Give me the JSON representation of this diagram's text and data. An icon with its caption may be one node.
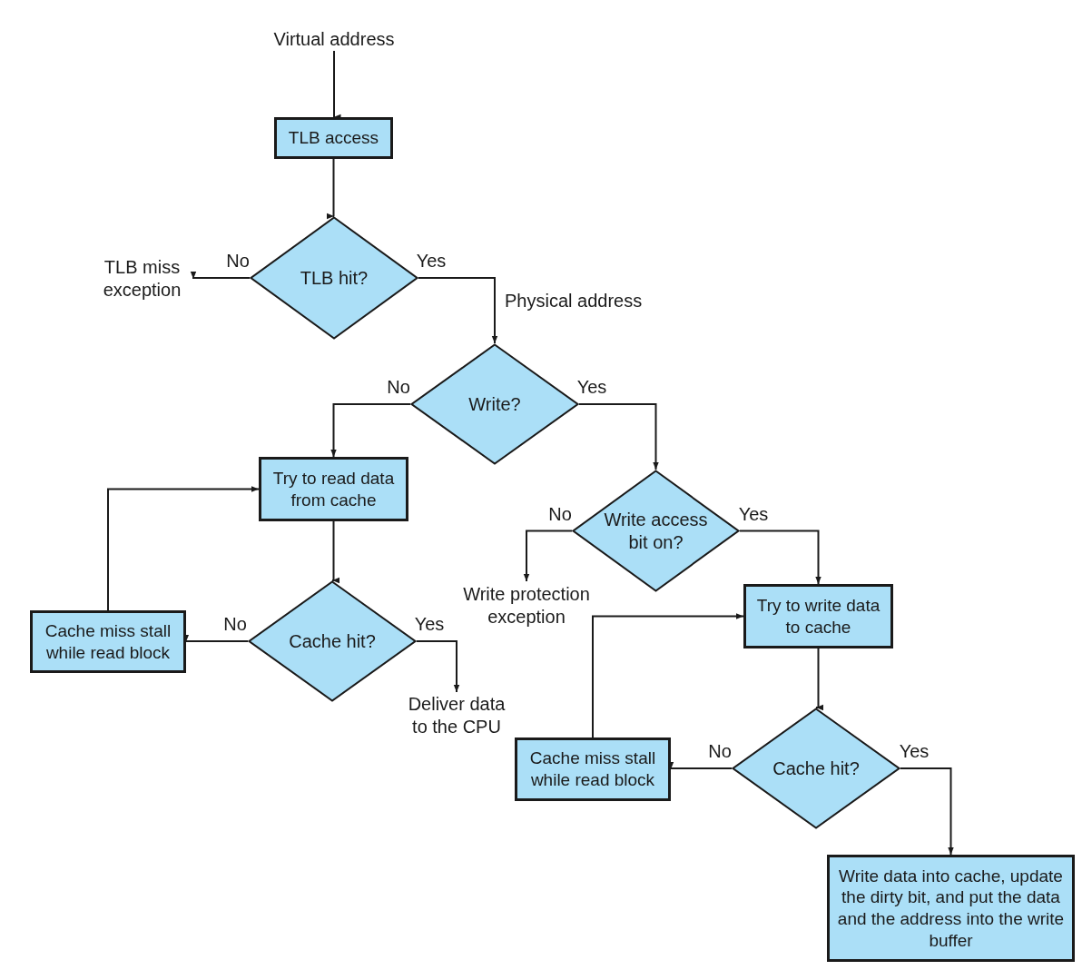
{
  "diagram": {
    "nodes": [
      {
        "text": [
          "Virtual address"
        ]
      },
      {
        "text": [
          "TLB access"
        ]
      },
      {
        "text": [
          "TLB hit?"
        ]
      },
      {
        "text": [
          "TLB miss exception"
        ]
      },
      {
        "text": [
          "Write?"
        ]
      },
      {
        "text": [
          "Try to read data from cache"
        ]
      },
      {
        "text": [
          "Write access bit on?"
        ]
      },
      {
        "text": [
          "Cache miss stall while read block"
        ]
      },
      {
        "text": [
          "Cache hit?"
        ]
      },
      {
        "text": [
          "Write protection exception"
        ]
      },
      {
        "text": [
          "Try to write data to cache"
        ]
      },
      {
        "text": [
          "Deliver data to the CPU"
        ]
      },
      {
        "text": [
          "Cache miss stall while read block"
        ]
      },
      {
        "text": [
          "Cache hit?"
        ]
      },
      {
        "text": [
          "Write data into cache, update the dirty bit, and put the data and the address into the write buffer"
        ]
      }
    ],
    "edges": [
      {
        "from": 0,
        "to": 1,
        "arrow": "to"
      },
      {
        "from": 1,
        "to": 2,
        "arrow": "to"
      },
      {
        "from": 2,
        "to": 3,
        "arrow": "to",
        "label": "No"
      },
      {
        "from": 2,
        "to": 4,
        "arrow": "to",
        "label": "Yes"
      },
      {
        "from": 4,
        "to": 5,
        "arrow": "to",
        "label": "No"
      },
      {
        "from": 4,
        "to": 6,
        "arrow": "to",
        "label": "Yes"
      },
      {
        "from": 5,
        "to": 8,
        "arrow": "to"
      },
      {
        "from": 8,
        "to": 7,
        "arrow": "to",
        "label": "No"
      },
      {
        "from": 7,
        "to": 5,
        "arrow": "to"
      },
      {
        "from": 8,
        "to": 11,
        "arrow": "to",
        "label": "Yes"
      },
      {
        "from": 6,
        "to": 9,
        "arrow": "to",
        "label": "No"
      },
      {
        "from": 6,
        "to": 10,
        "arrow": "to",
        "label": "Yes"
      },
      {
        "from": 10,
        "to": 13,
        "arrow": "to"
      },
      {
        "from": 13,
        "to": 12,
        "arrow": "to",
        "label": "No"
      },
      {
        "from": 12,
        "to": 10,
        "arrow": "to"
      },
      {
        "from": 13,
        "to": 14,
        "arrow": "to",
        "label": "Yes"
      }
    ],
    "labels": [
      "Physical address"
    ]
  }
}
